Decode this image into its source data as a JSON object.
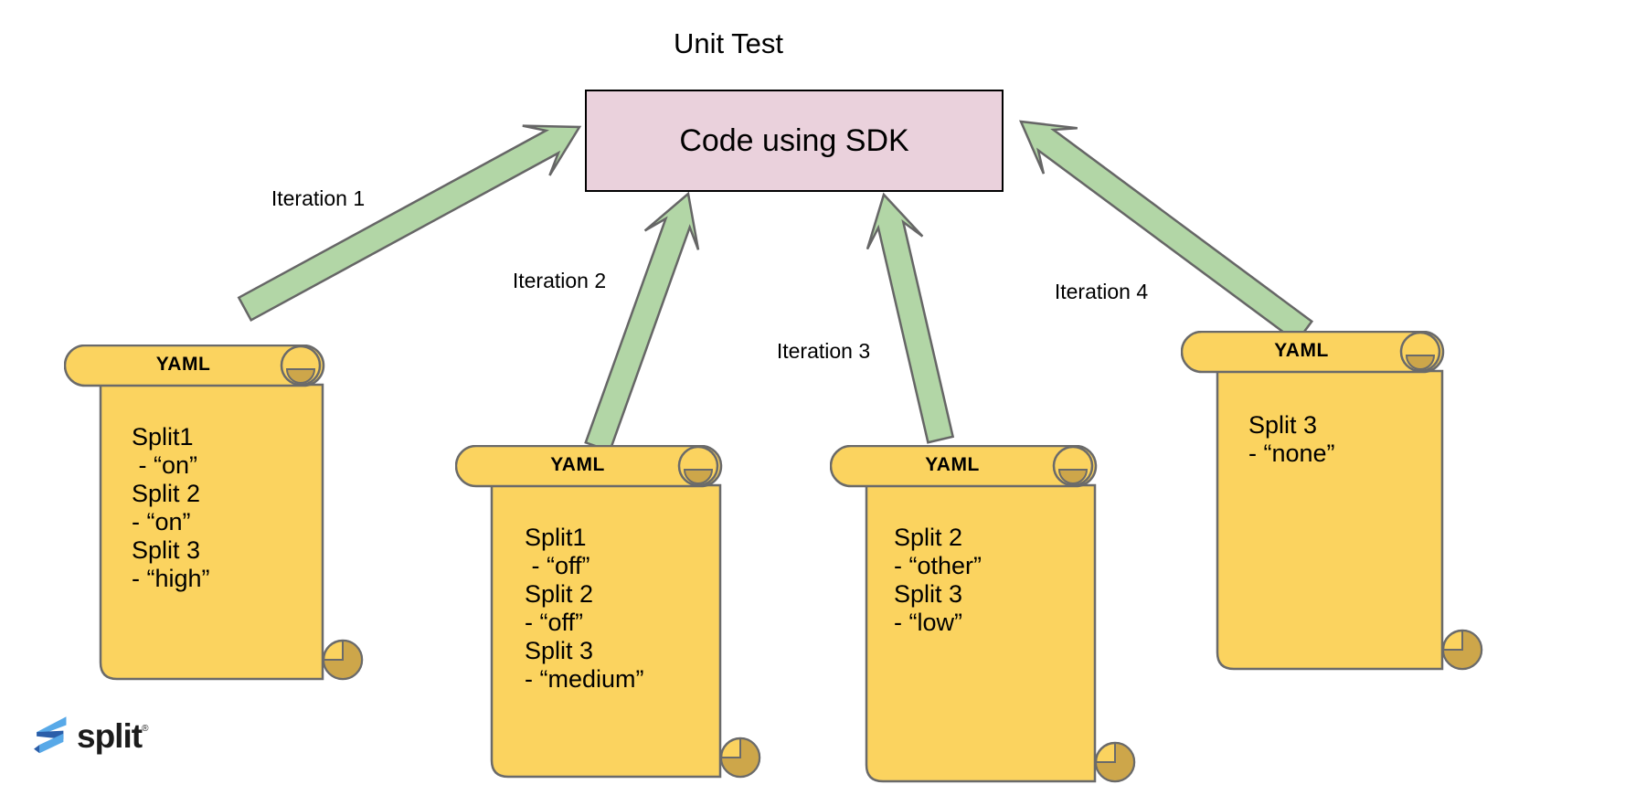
{
  "title": "Unit Test",
  "sdk_box": {
    "label": "Code using SDK"
  },
  "arrows": [
    {
      "label": "Iteration 1"
    },
    {
      "label": "Iteration 2"
    },
    {
      "label": "Iteration 3"
    },
    {
      "label": "Iteration 4"
    }
  ],
  "scrolls": [
    {
      "header": "YAML",
      "lines": [
        "Split1",
        " - “on”",
        "Split 2",
        "- “on”",
        "Split 3",
        "- “high”"
      ]
    },
    {
      "header": "YAML",
      "lines": [
        "Split1",
        " - “off”",
        "Split 2",
        "- “off”",
        "Split 3",
        "- “medium”"
      ]
    },
    {
      "header": "YAML",
      "lines": [
        "Split 2",
        "- “other”",
        "Split 3",
        "- “low”"
      ]
    },
    {
      "header": "YAML",
      "lines": [
        "Split 3",
        "- “none”"
      ]
    }
  ],
  "logo": {
    "text": "split",
    "mark": "®"
  },
  "colors": {
    "background": "#ffffff",
    "text": "#000000",
    "box_fill": "#ead1dc",
    "box_border": "#000000",
    "arrow_fill": "#b2d6a6",
    "arrow_stroke": "#666666",
    "scroll_fill": "#fbd35f",
    "scroll_stroke": "#6a6a6a",
    "scroll_curl": "#cda64a",
    "logo_blue_light": "#58a9e8",
    "logo_blue_dark": "#2b5ea9"
  }
}
